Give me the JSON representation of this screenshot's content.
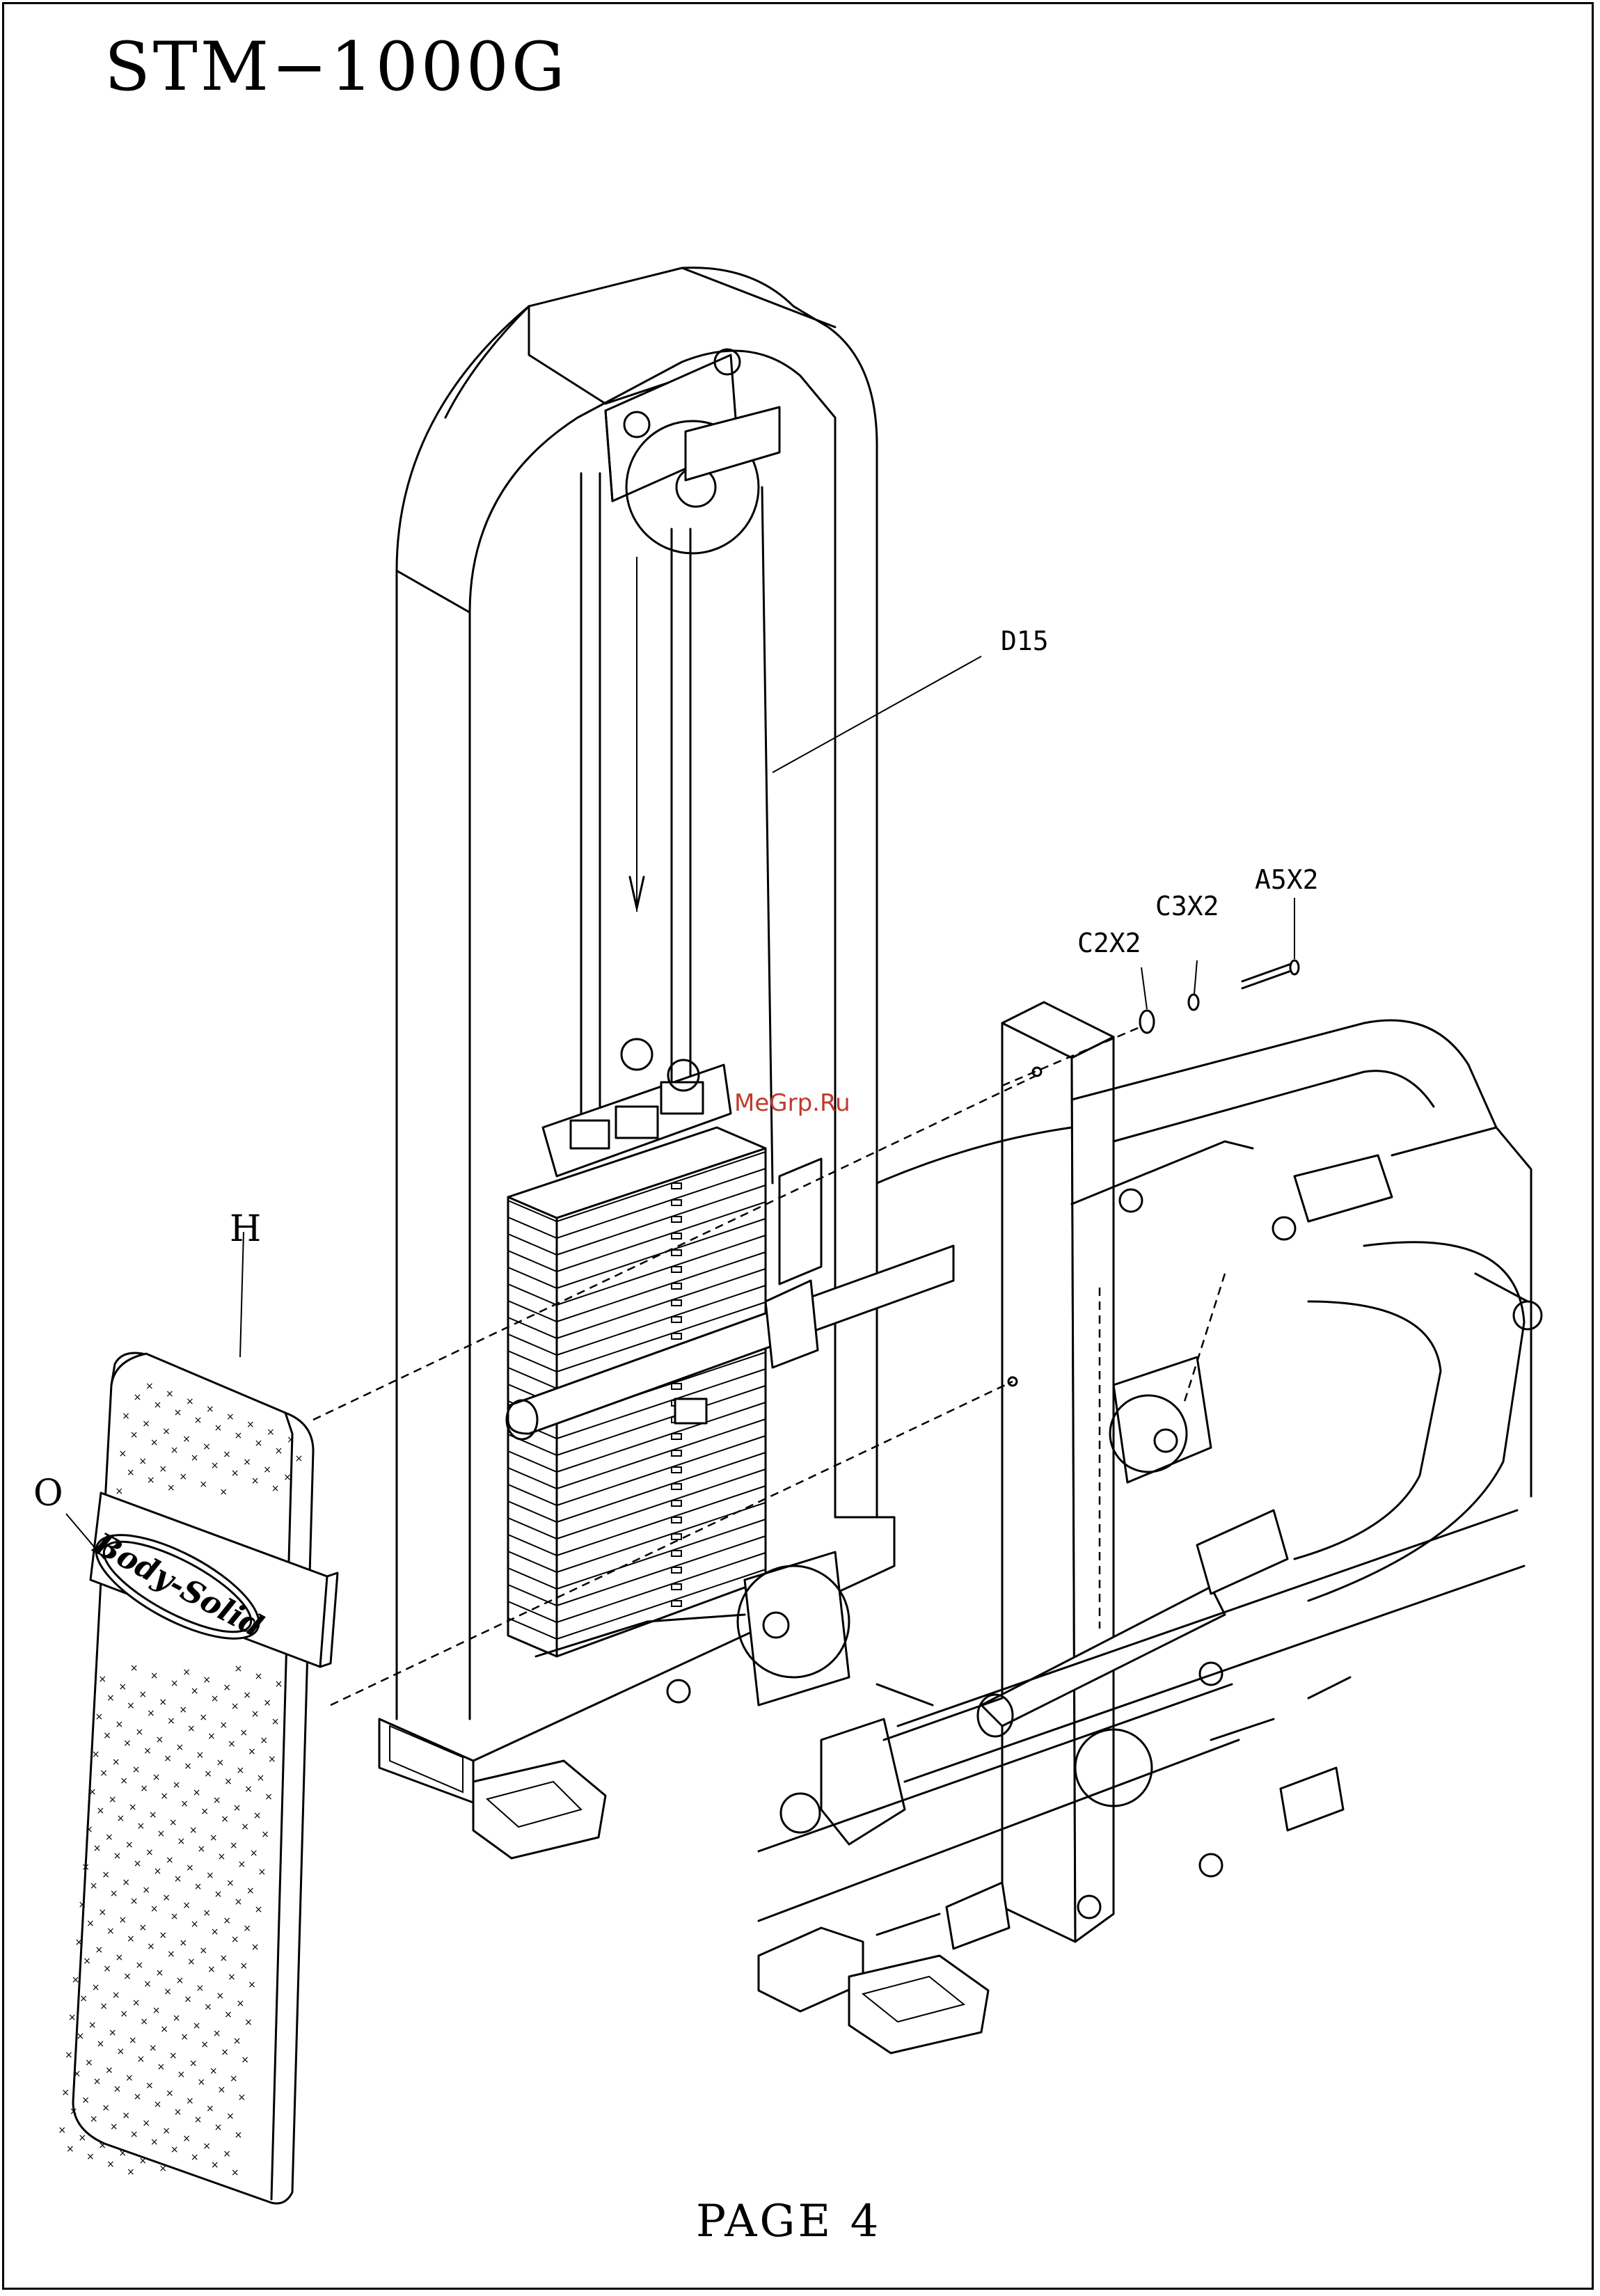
{
  "header": {
    "model": "STM−1000G"
  },
  "footer": {
    "page": "PAGE 4"
  },
  "callouts": {
    "d15": "D15",
    "c2x2": "C2X2",
    "c3x2": "C3X2",
    "a5x2": "A5X2",
    "h": "H",
    "o": "O"
  },
  "logo": {
    "text": "Body-Solid"
  },
  "watermark": {
    "text": "MeGrp.Ru",
    "color": "#c0392b"
  }
}
